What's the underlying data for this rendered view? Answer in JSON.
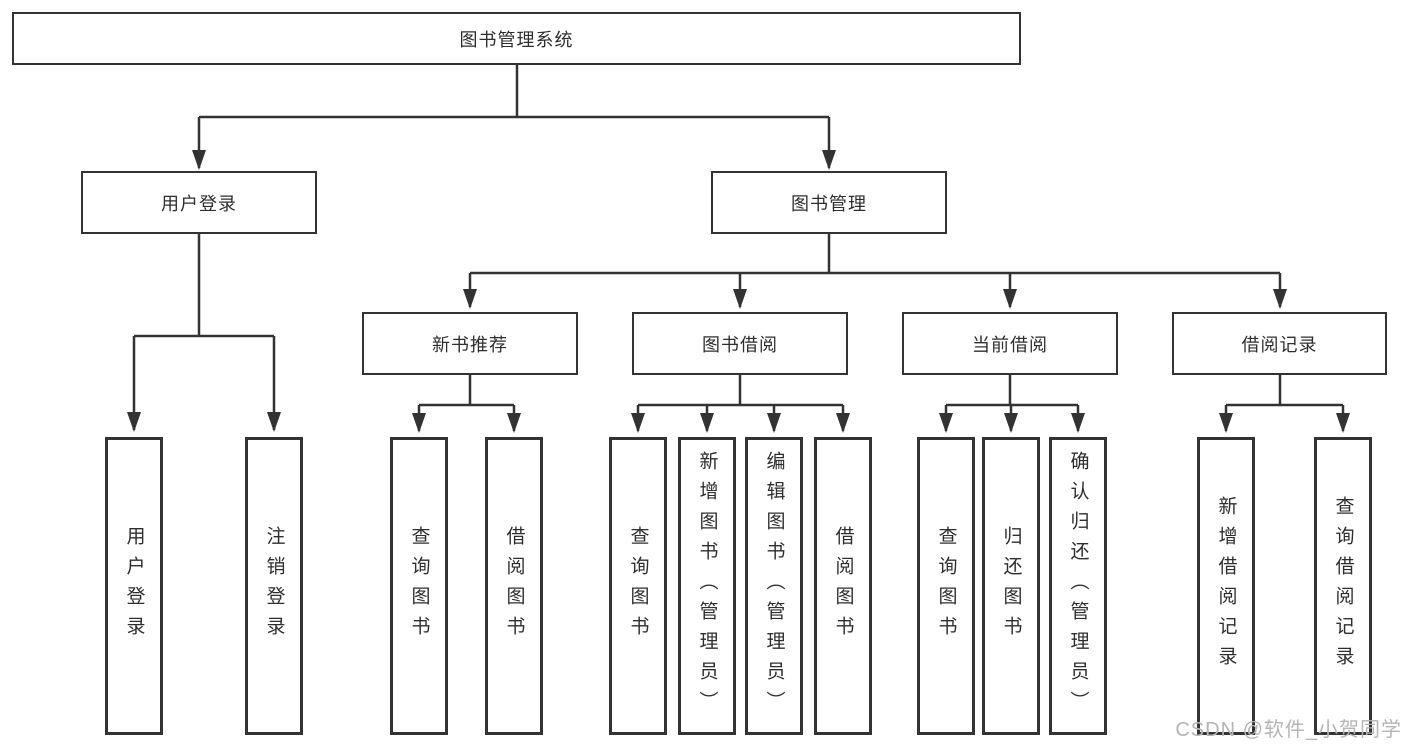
{
  "tree": {
    "root": "图书管理系统",
    "level2": [
      {
        "label": "用户登录",
        "leaves": [
          "用户登录",
          "注销登录"
        ]
      },
      {
        "label": "图书管理",
        "groups": [
          {
            "label": "新书推荐",
            "leaves": [
              "查询图书",
              "借阅图书"
            ]
          },
          {
            "label": "图书借阅",
            "leaves": [
              "查询图书",
              "新增图书（管理员）",
              "编辑图书（管理员）",
              "借阅图书"
            ]
          },
          {
            "label": "当前借阅",
            "leaves": [
              "查询图书",
              "归还图书",
              "确认归还（管理员）"
            ]
          },
          {
            "label": "借阅记录",
            "leaves": [
              "新增借阅记录",
              "查询借阅记录"
            ]
          }
        ]
      }
    ],
    "watermark": "CSDN @软件_小贺同学"
  },
  "colors": {
    "line": "#333333",
    "text": "#2e2e2e",
    "watermark": "#b5b5b5",
    "background": "#ffffff"
  }
}
